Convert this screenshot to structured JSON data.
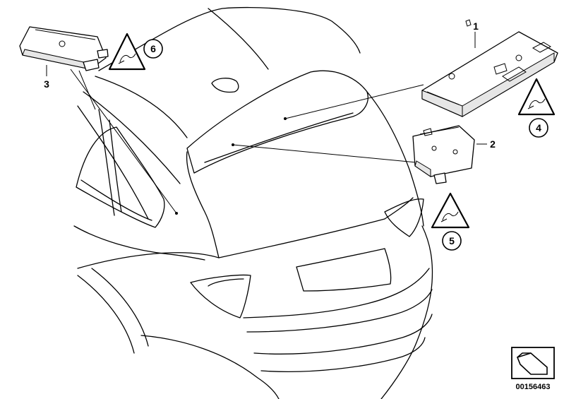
{
  "callouts": {
    "p1": "1",
    "p2": "2",
    "p3": "3",
    "p4": "4",
    "p5": "5",
    "p6": "6"
  },
  "diagram_id": "00156463",
  "icons": {
    "warning": "warning-triangle-icon",
    "nav": "direction-arrow-icon"
  }
}
